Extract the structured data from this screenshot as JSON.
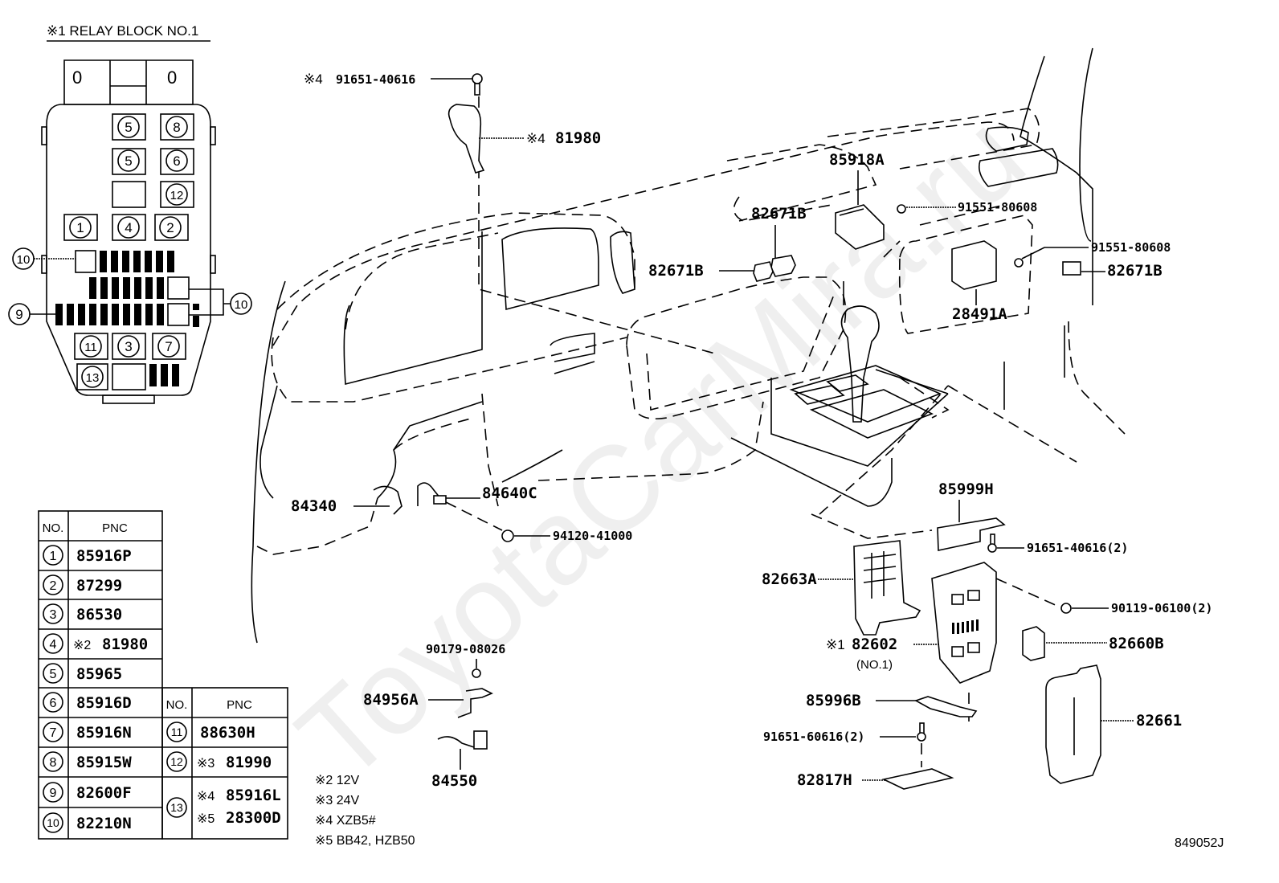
{
  "relay_block": {
    "title": "※1 RELAY BLOCK NO.1",
    "positions": [
      "5",
      "8",
      "5",
      "6",
      "12",
      "1",
      "4",
      "2",
      "10",
      "9",
      "10",
      "11",
      "3",
      "7",
      "13"
    ]
  },
  "table_left": {
    "headers": [
      "NO.",
      "PNC"
    ],
    "rows": [
      {
        "no": "1",
        "pnc": "85916P"
      },
      {
        "no": "2",
        "pnc": "87299"
      },
      {
        "no": "3",
        "pnc": "86530"
      },
      {
        "no": "4",
        "note": "※2",
        "pnc": "81980"
      },
      {
        "no": "5",
        "pnc": "85965"
      },
      {
        "no": "6",
        "pnc": "85916D"
      },
      {
        "no": "7",
        "pnc": "85916N"
      },
      {
        "no": "8",
        "pnc": "85915W"
      },
      {
        "no": "9",
        "pnc": "82600F"
      },
      {
        "no": "10",
        "pnc": "82210N"
      }
    ]
  },
  "table_right": {
    "headers": [
      "NO.",
      "PNC"
    ],
    "rows": [
      {
        "no": "11",
        "pnc": "88630H"
      },
      {
        "no": "12",
        "note": "※3",
        "pnc": "81990"
      },
      {
        "no": "13",
        "note": "※4",
        "pnc": "85916L",
        "note2": "※5",
        "pnc2": "28300D"
      }
    ]
  },
  "notes": [
    "※2 12V",
    "※3 24V",
    "※4 XZB5#",
    "※5 BB42, HZB50"
  ],
  "callouts": {
    "c1": {
      "note": "※4",
      "pnc": "91651-40616"
    },
    "c2": {
      "note": "※4",
      "pnc": "81980"
    },
    "c3": "85918A",
    "c4": "82671B",
    "c5": "91551-80608",
    "c6": "82671B",
    "c7": "91551-80608",
    "c8": "82671B",
    "c9": "28491A",
    "c10": "84340",
    "c11": "84640C",
    "c12": "94120-41000",
    "c13": "85999H",
    "c14": "91651-40616(2)",
    "c15": "82663A",
    "c16": "90119-06100(2)",
    "c17": {
      "note": "※1",
      "pnc": "82602",
      "sub": "(NO.1)"
    },
    "c18": "82660B",
    "c19": "90179-08026",
    "c20": "84956A",
    "c21": "84550",
    "c22": "85996B",
    "c23": "91651-60616(2)",
    "c24": "82661",
    "c25": "82817H"
  },
  "diagram_code": "849052J",
  "watermark": "ToyotaCarMira.ru"
}
